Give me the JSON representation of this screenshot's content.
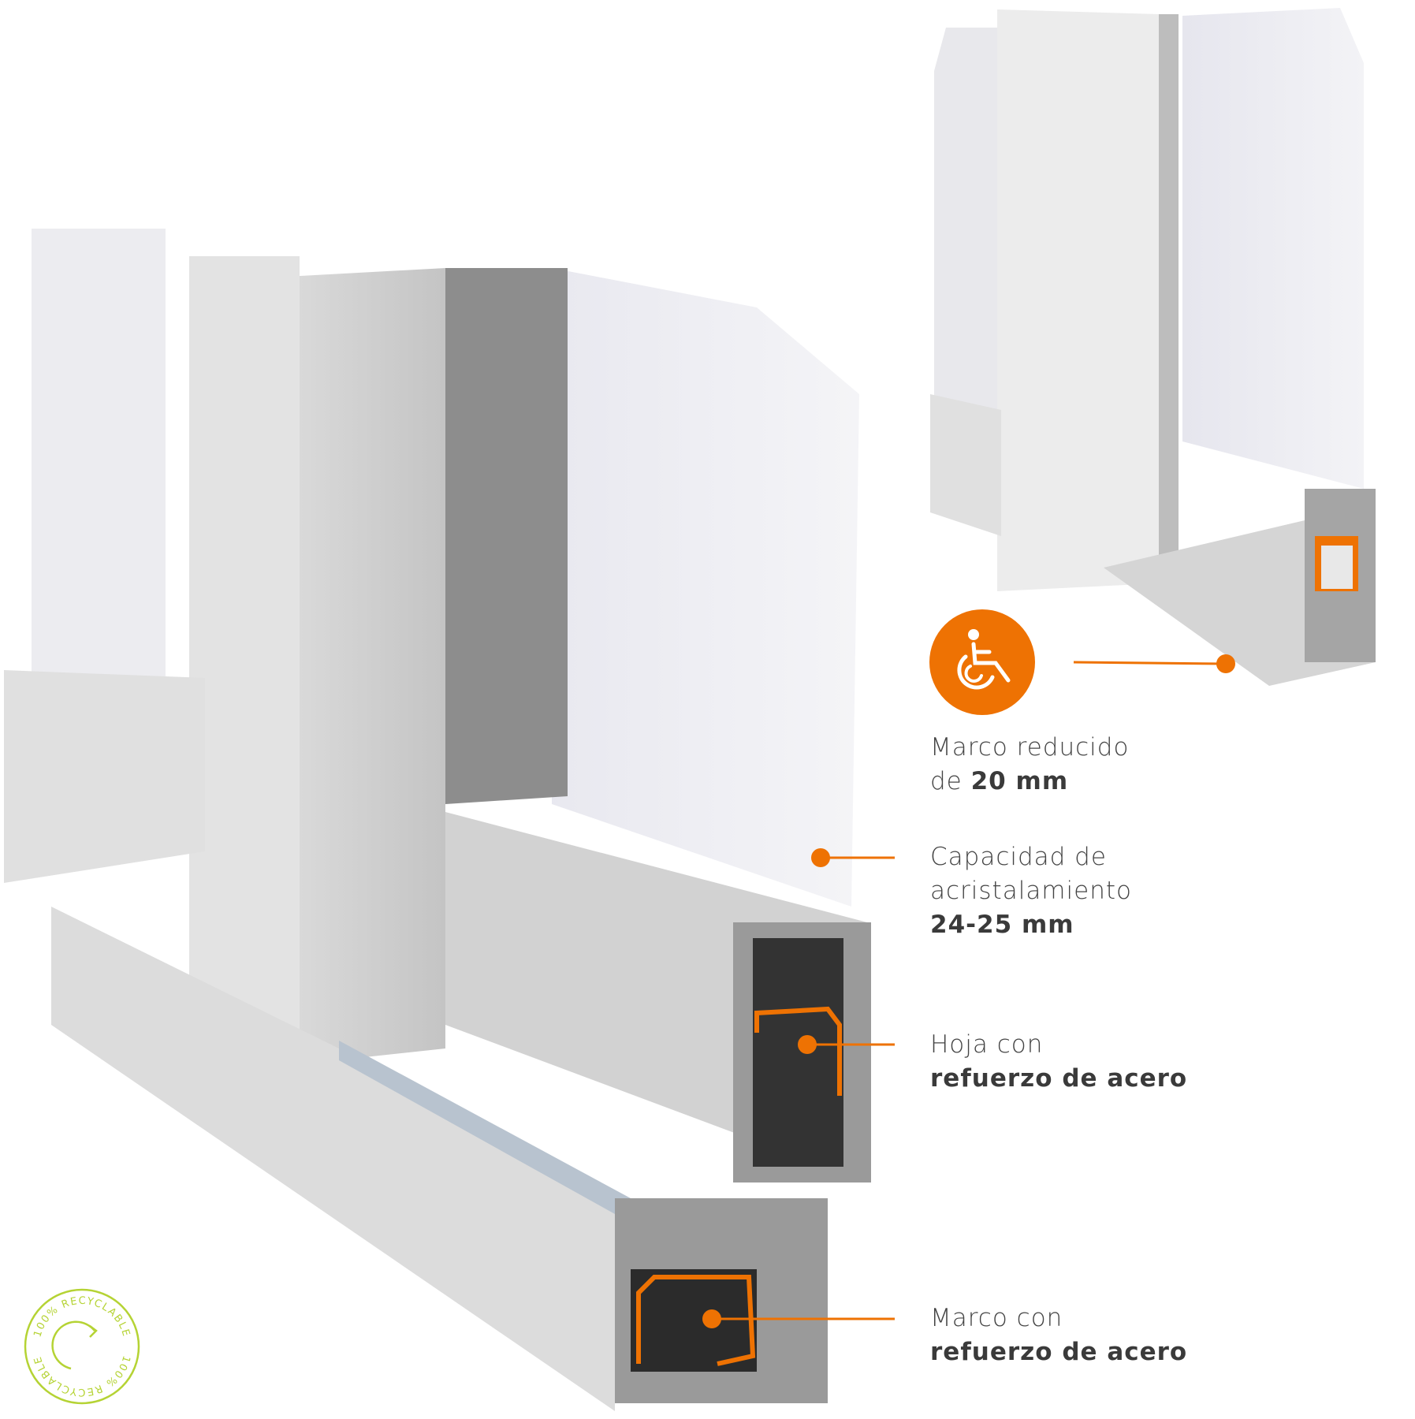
{
  "colors": {
    "accent": "#ee7203",
    "recycle": "#b5d334",
    "text": "#444444"
  },
  "features": [
    {
      "name": "reduced-frame",
      "icon": "wheelchair-icon",
      "line1": "Marco reducido",
      "line2_prefix": "de ",
      "line2_bold": "20 mm"
    },
    {
      "name": "glazing-capacity",
      "line1": "Capacidad de",
      "line2": "acristalamiento",
      "line3_bold": "24-25 mm"
    },
    {
      "name": "sash-reinforcement",
      "line1": "Hoja con",
      "line2_bold": "refuerzo de acero"
    },
    {
      "name": "frame-reinforcement",
      "line1": "Marco con",
      "line2_bold": "refuerzo de acero"
    }
  ],
  "recycle_badge": {
    "text": "100% RECYCLABLE"
  }
}
